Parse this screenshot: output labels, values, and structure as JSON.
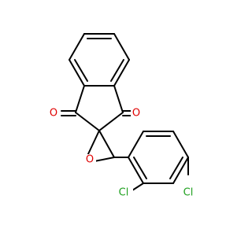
{
  "molecule": {
    "labels": {
      "o_upper_left": "O",
      "o_upper_right": "O",
      "o_epoxide": "O",
      "cl_ortho": "Cl",
      "cl_para": "Cl"
    },
    "colors": {
      "bond": "#000000",
      "oxygen": "#e00000",
      "chlorine": "#1fa01f",
      "background": "#ffffff"
    }
  }
}
